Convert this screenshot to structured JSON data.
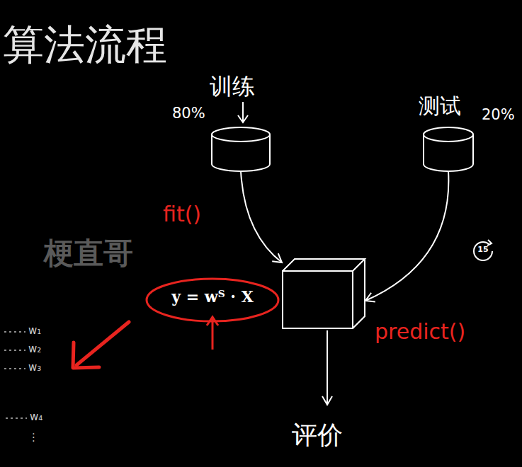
{
  "diagram": {
    "title": "算法流程",
    "nodes": [
      {
        "text": [
          "训练",
          "80%"
        ]
      },
      {
        "text": [
          "测试",
          "20%"
        ]
      },
      {
        "text": []
      },
      {
        "text": [
          "y = wᵀ · X"
        ]
      }
    ],
    "edges": [
      {
        "from": 0,
        "to": 2,
        "arrow": "to",
        "label": "fit()"
      },
      {
        "from": 1,
        "to": 2,
        "arrow": "to",
        "label": "predict()"
      }
    ],
    "labels": [
      "梗直哥",
      "评价",
      "w₁",
      "w₂",
      "w₃",
      "w₄",
      "⋮",
      "15"
    ]
  }
}
